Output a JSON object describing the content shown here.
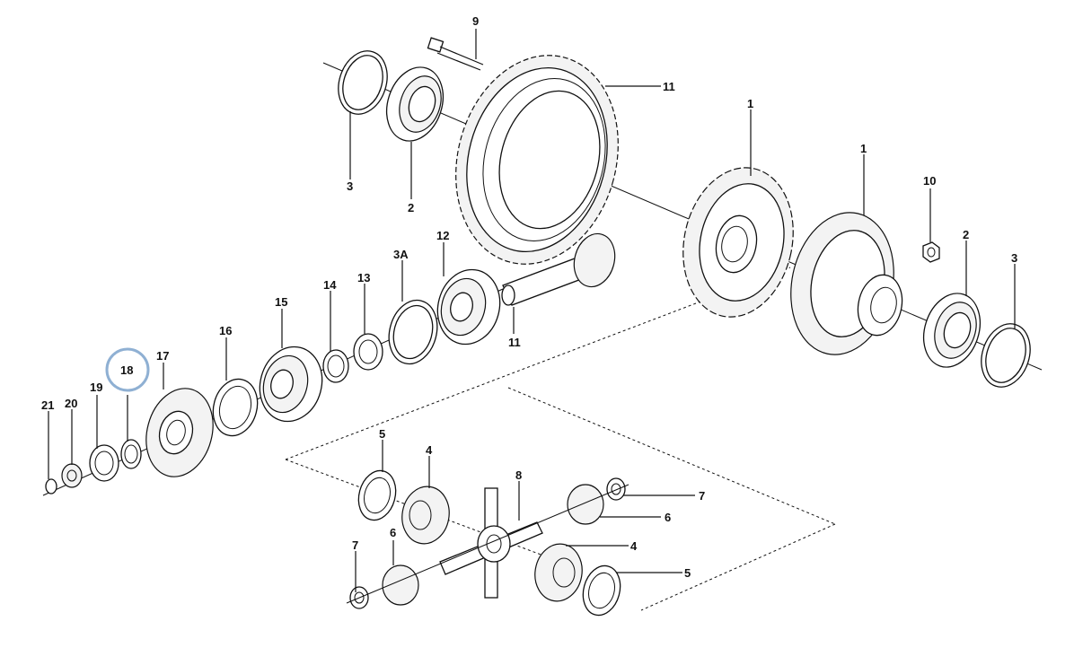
{
  "diagram": {
    "labels": {
      "l9": "9",
      "l11_ring": "11",
      "l1_left": "1",
      "l1_right": "1",
      "l10": "10",
      "l3_top": "3",
      "l2_top": "2",
      "l12": "12",
      "l3A": "3A",
      "l2_right": "2",
      "l3_right": "3",
      "l14": "14",
      "l13": "13",
      "l15": "15",
      "l11_pinion": "11",
      "l16": "16",
      "l17": "17",
      "l18": "18",
      "l19": "19",
      "l20": "20",
      "l21": "21",
      "l5_top": "5",
      "l4_top": "4",
      "l8": "8",
      "l7_right": "7",
      "l6_right": "6",
      "l4_bottom": "4",
      "l5_bottom": "5",
      "l7_left": "7",
      "l6_left": "6"
    },
    "highlight": {
      "label": "18",
      "color": "#8fb0d3"
    }
  }
}
